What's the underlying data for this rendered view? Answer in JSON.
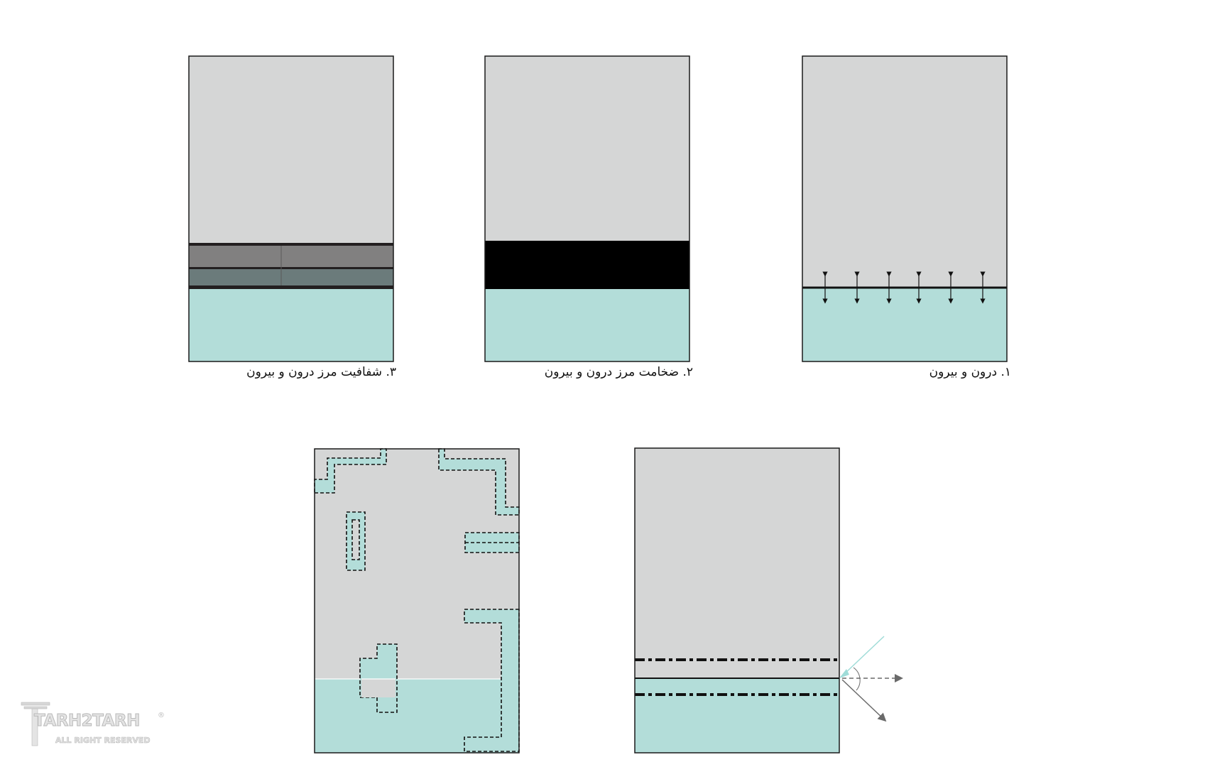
{
  "colors": {
    "inside": "#d5d6d6",
    "outside": "#b3ddd9",
    "frame": "#1a1a1a",
    "band_dark": "#818080",
    "band_teal": "#6b7b7b",
    "thick_wall": "#000000",
    "arrow_teal": "#9fdcd8",
    "arrow_gray": "#6a6a6a"
  },
  "panels": [
    {
      "id": "panel-1",
      "caption": "۱. درون و بیرون"
    },
    {
      "id": "panel-2",
      "caption": "۲. ضخامت مرز درون و بیرون"
    },
    {
      "id": "panel-3",
      "caption": "۳. شفافیت مرز درون و بیرون"
    },
    {
      "id": "panel-4",
      "caption": ""
    },
    {
      "id": "panel-5",
      "caption": ""
    }
  ],
  "logo": {
    "text": "TARH2TARH",
    "subtext": "ALL RIGHT RESERVED",
    "mark": "®"
  }
}
